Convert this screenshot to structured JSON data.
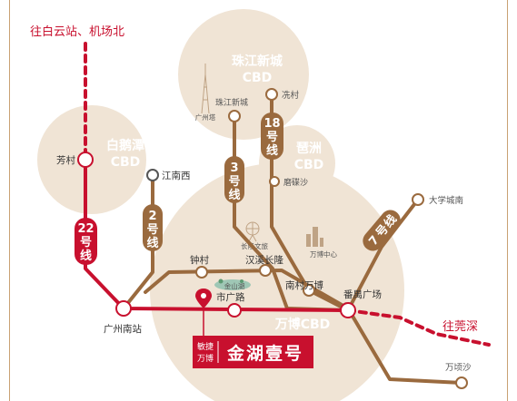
{
  "colors": {
    "red_line": "#c8102e",
    "brown_line": "#9a6a3e",
    "zone_fill": "#f0e4d5",
    "station_fill": "#ffffff",
    "banner": "#c8102e"
  },
  "directions": {
    "north": "往白云站、机场北",
    "east": "往莞深"
  },
  "zones": {
    "zhujiang": {
      "line1": "珠江新城",
      "line2": "CBD"
    },
    "baiyun": {
      "line1": "白鹅潭",
      "line2": "CBD"
    },
    "pazhou": {
      "line1": "琶洲",
      "line2": "CBD"
    },
    "wanbo": {
      "line1": "万博CBD"
    }
  },
  "lines": {
    "l22": {
      "num": "22",
      "suffix": "号",
      "tail": "线"
    },
    "l2": {
      "num": "2",
      "suffix": "号",
      "tail": "线"
    },
    "l3": {
      "num": "3",
      "suffix": "号",
      "tail": "线"
    },
    "l18": {
      "num": "18",
      "suffix": "号",
      "tail": "线"
    },
    "l7": {
      "num": "7",
      "suffix": "号",
      "tail": "线"
    }
  },
  "stations": {
    "fangcun": "芳村",
    "jiangnanxi": "江南西",
    "zhujiangxincheng": "珠江新城",
    "xiancun": "冼村",
    "moxisha": "磨碟沙",
    "daxuecheng_nan": "大学城南",
    "guangzhou_south": "广州南站",
    "zhongcun": "钟村",
    "hanxi_changlong": "汉溪长隆",
    "nancun_wanbo": "南村万博",
    "panyu_guangchang": "番禺广场",
    "shiguanglu": "市广路",
    "wanqingsha": "万顷沙"
  },
  "landmarks": {
    "canton_tower": "广州塔",
    "changlong": "长隆文旅",
    "wanbo_center": "万博中心",
    "jinshan_lake": "金山湖"
  },
  "project": {
    "tag_line1": "敏捷",
    "tag_line2": "万博",
    "name": "金湖壹号"
  }
}
